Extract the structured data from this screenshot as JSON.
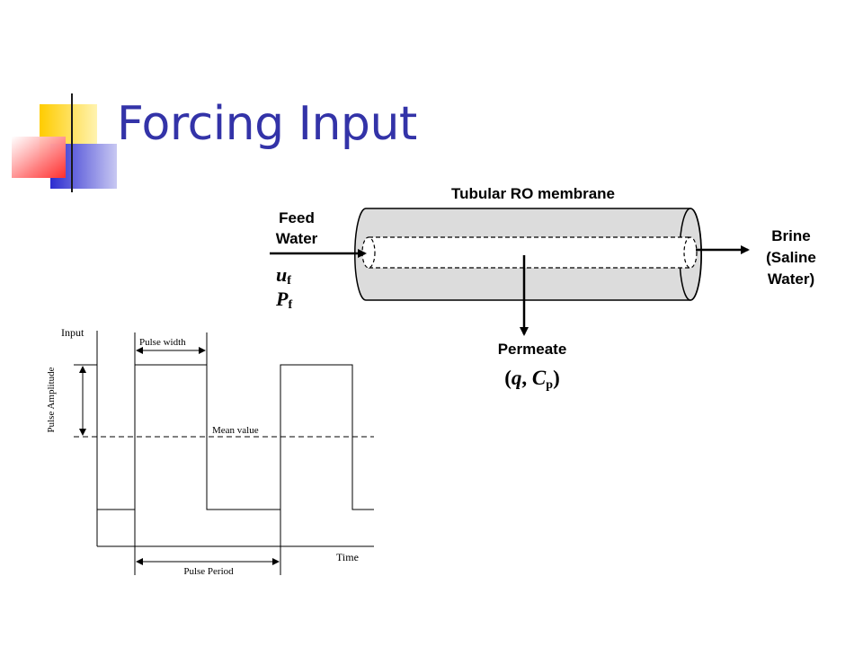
{
  "slide": {
    "title": "Forcing Input"
  },
  "membrane": {
    "title": "Tubular RO membrane",
    "feed_line1": "Feed",
    "feed_line2": "Water",
    "feed_var1": "u",
    "feed_var1_sub": "f",
    "feed_var2": "P",
    "feed_var2_sub": "f",
    "brine_line1": "Brine",
    "brine_line2": "(Saline",
    "brine_line3": "Water)",
    "permeate_label": "Permeate",
    "permeate_vars_open": "(",
    "permeate_var_q": "q",
    "permeate_comma": ", ",
    "permeate_var_c": "C",
    "permeate_var_c_sub": "p",
    "permeate_vars_close": ")"
  },
  "pulse": {
    "y_label": "Input",
    "x_label": "Time",
    "amplitude_label": "Pulse Amplitude",
    "width_label": "Pulse width",
    "mean_label": "Mean value",
    "period_label": "Pulse Period"
  },
  "colors": {
    "title": "#3333a8",
    "deco_yellow": "#ffcc00",
    "deco_red": "#ff3b3b",
    "deco_blue": "#3b3bd6",
    "membrane_fill": "#dcdcdc"
  }
}
